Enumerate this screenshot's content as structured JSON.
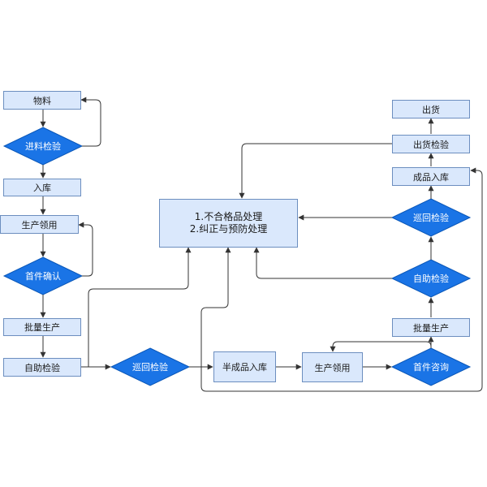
{
  "diagram": {
    "colors": {
      "box_fill": "#dae8fc",
      "box_border": "#6c8ebf",
      "diamond_fill": "#1a74e6",
      "diamond_border": "#0a57b8",
      "edge": "#333333"
    },
    "nodes": {
      "material": "物料",
      "incoming_inspection": "进料检验",
      "warehousing": "入库",
      "production_requisition_1": "生产领用",
      "first_piece_confirm": "首件确认",
      "mass_production_1": "批量生产",
      "self_inspection_1": "自助检验",
      "patrol_inspection_1": "巡回检验",
      "semi_finished_warehousing": "半成品入库",
      "production_requisition_2": "生产领用",
      "first_piece_inquiry": "首件咨询",
      "mass_production_2": "批量生产",
      "self_inspection_2": "自助检验",
      "patrol_inspection_2": "巡回检验",
      "finished_goods_warehousing": "成品入库",
      "shipment_inspection": "出货检验",
      "shipment": "出货",
      "nonconforming_line1": "1.不合格品处理",
      "nonconforming_line2": "2.纠正与预防处理"
    }
  }
}
